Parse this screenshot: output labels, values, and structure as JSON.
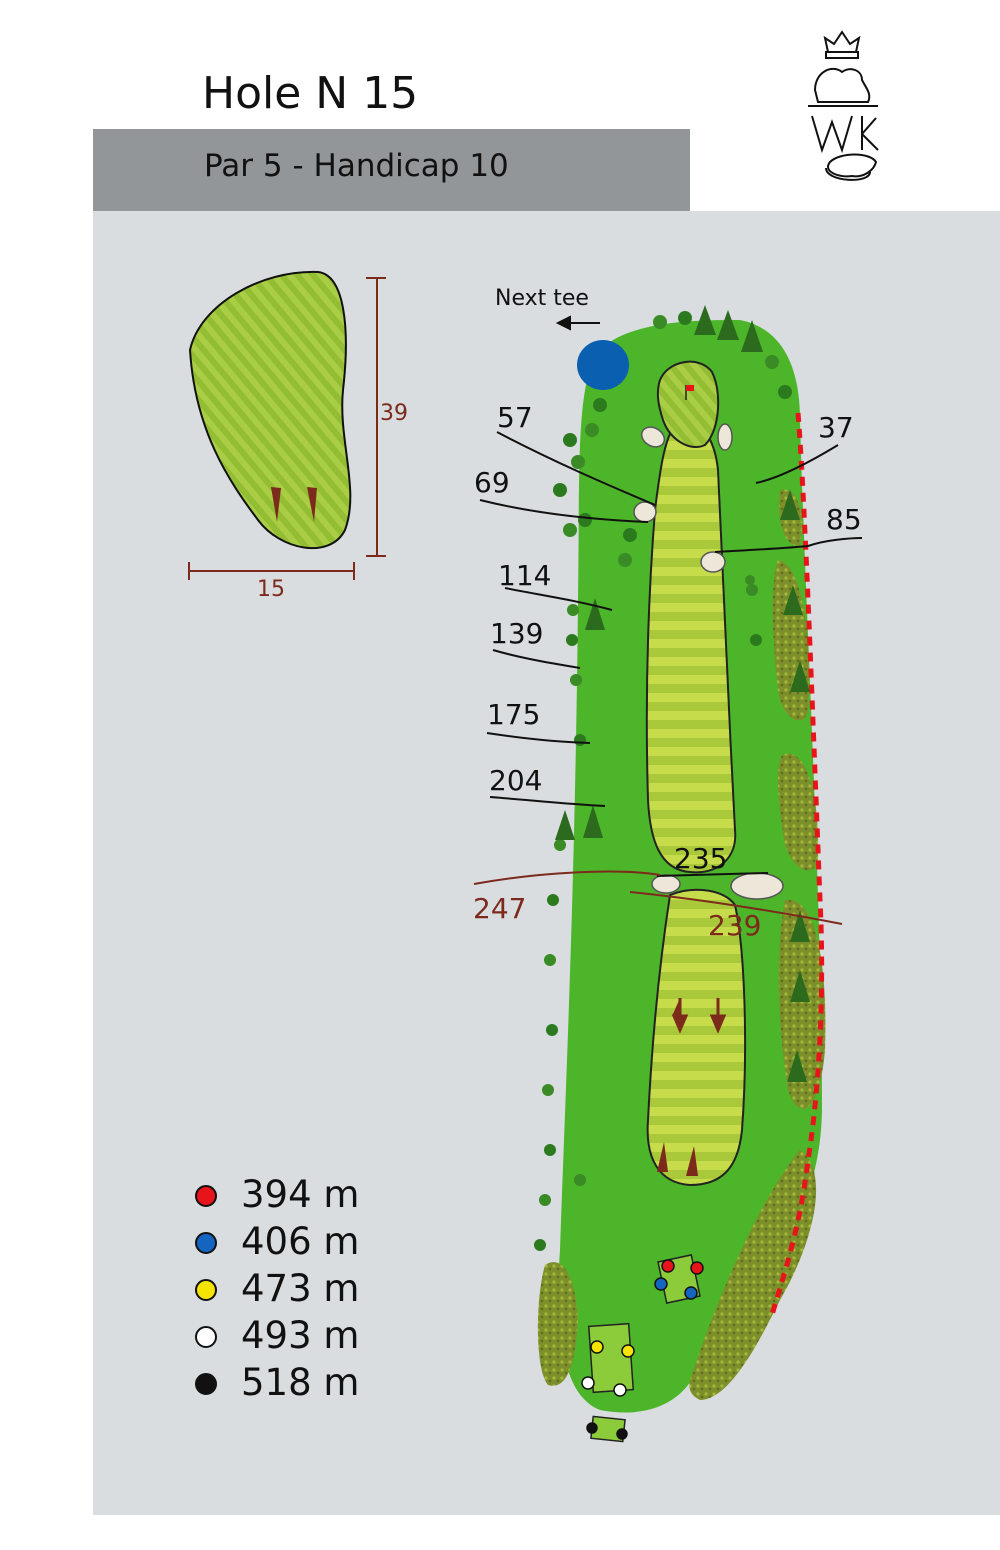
{
  "header": {
    "title": "Hole N 15",
    "subtitle": "Par 5  -  Handicap 10"
  },
  "green_detail": {
    "depth": "39",
    "width": "15"
  },
  "map": {
    "next_tee": "Next tee",
    "distances_left": [
      "57",
      "69",
      "114",
      "139",
      "175",
      "204"
    ],
    "distances_right": [
      "37",
      "85"
    ],
    "carry_center": "235",
    "carry_left": "247",
    "carry_right": "239"
  },
  "legend": [
    {
      "color": "#e8141b",
      "label": "394 m"
    },
    {
      "color": "#1565c0",
      "label": "406 m"
    },
    {
      "color": "#f5e400",
      "label": "473 m"
    },
    {
      "color": "#ffffff",
      "label": "493 m"
    },
    {
      "color": "#111111",
      "label": "518 m"
    }
  ],
  "colors": {
    "panel": "#d9dde0",
    "header_bar": "#939699",
    "rough": "#4db52a",
    "fairway": "#b9d53a",
    "green": "#a3c83b",
    "dark_rough": "#8a9a2c",
    "water": "#0b5fb0",
    "out_of_bounds": "#e8141b",
    "carry_line": "#7b2a1b"
  }
}
